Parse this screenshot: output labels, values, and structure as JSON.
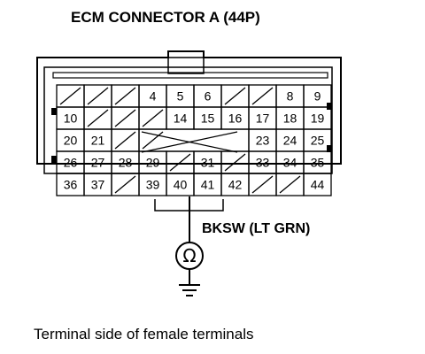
{
  "title": "ECM CONNECTOR A (44P)",
  "caption": "Terminal side of female terminals",
  "wire_label": "BKSW (LT GRN)",
  "meter_symbol": "Ω",
  "rows": [
    [
      "",
      "",
      "",
      "4",
      "5",
      "6",
      "",
      "",
      "8",
      "9"
    ],
    [
      "10",
      "",
      "",
      "",
      "14",
      "15",
      "16",
      "17",
      "18",
      "19"
    ],
    [
      "20",
      "21",
      "",
      "",
      "",
      "",
      "",
      "23",
      "24",
      "25"
    ],
    [
      "26",
      "27",
      "28",
      "29",
      "",
      "31",
      "",
      "33",
      "34",
      "35"
    ],
    [
      "36",
      "37",
      "",
      "39",
      "40",
      "41",
      "42",
      "",
      "",
      "44"
    ]
  ],
  "probe_terminal": "40",
  "icons": [
    "ohmmeter-icon",
    "ground-icon"
  ]
}
